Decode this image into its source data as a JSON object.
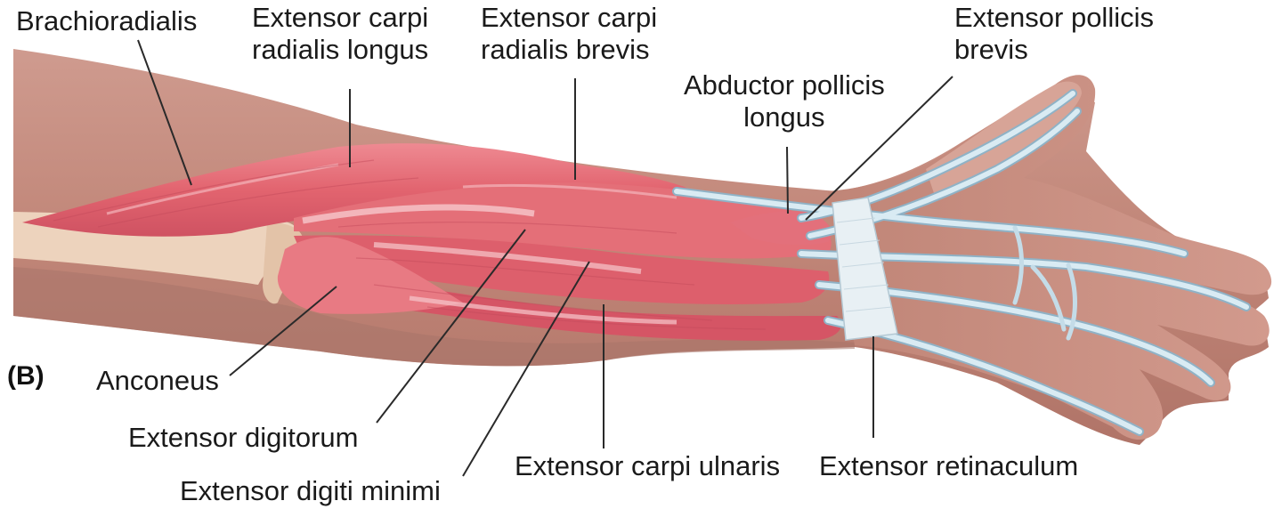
{
  "panel_letter": "(B)",
  "labels": {
    "brachioradialis": [
      "Brachioradialis"
    ],
    "ecrl": [
      "Extensor carpi",
      "radialis longus"
    ],
    "ecrb": [
      "Extensor carpi",
      "radialis brevis"
    ],
    "apl": [
      "Abductor pollicis",
      "longus"
    ],
    "epb": [
      "Extensor pollicis",
      "brevis"
    ],
    "anconeus": [
      "Anconeus"
    ],
    "ed": [
      "Extensor digitorum"
    ],
    "edm": [
      "Extensor digiti minimi"
    ],
    "ecu": [
      "Extensor carpi ulnaris"
    ],
    "retinaculum": [
      "Extensor retinaculum"
    ]
  },
  "colors": {
    "skin": "#c79084",
    "skin_dark": "#a8746a",
    "muscle": "#e46f78",
    "muscle_light": "#f0a0a6",
    "muscle_dark": "#c2495a",
    "tendon": "#cfe4ef",
    "tendon_edge": "#8fb2c6",
    "bone": "#edd3bd",
    "retinaculum": "#e8f0f4",
    "leader_line": "#2a2a2a"
  }
}
